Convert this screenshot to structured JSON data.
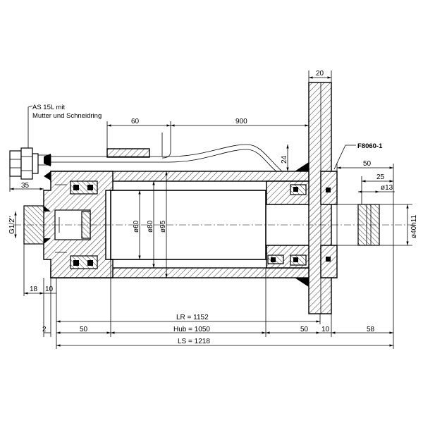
{
  "drawing": {
    "callouts": {
      "fitting_line1": "AS 15L mit",
      "fitting_line2": "Mutter und Schneidring",
      "seal_ref": "F8060-1",
      "thread_port": "G1/2\""
    },
    "dimensions": {
      "flange_thickness": "20",
      "pipe_short": "60",
      "pipe_long": "900",
      "pipe_offset": "24",
      "rod_extension": "50",
      "rod_thread": "25",
      "rod_hole": "ø13",
      "rod_dia": "ø40h11",
      "fitting_height": "35",
      "bore_60": "ø60",
      "bore_80": "ø80",
      "bore_95": "ø95",
      "end_18": "18",
      "end_10": "10",
      "base_2": "2",
      "left_50": "50",
      "lr": "LR = 1152",
      "hub": "Hub = 1050",
      "right_50": "50",
      "right_10": "10",
      "rod_58": "58",
      "ls": "LS = 1218"
    }
  }
}
